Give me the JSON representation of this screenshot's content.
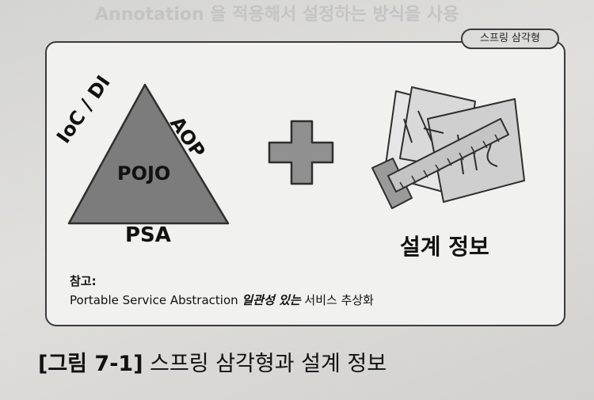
{
  "background_text": "Annotation 을 적용해서 설정하는 방식을 사용",
  "badge": "스프링 삼각형",
  "triangle": {
    "center": "POJO",
    "left_side": "IoC / DI",
    "right_side": "AOP",
    "bottom": "PSA"
  },
  "operator": "+",
  "design_label": "설계 정보",
  "note": {
    "title": "참고:",
    "prefix": "Portable Service Abstraction ",
    "emphasis": "일관성 있는",
    "suffix": " 서비스 추상화"
  },
  "caption": {
    "number": "[그림 7-1]",
    "text": " 스프링 삼각형과 설계 정보"
  },
  "colors": {
    "triangle_fill": "#7c7c7c",
    "plus_fill": "#909090",
    "frame_border": "#3b3b3b",
    "frame_bg": "#f1f1ef"
  }
}
